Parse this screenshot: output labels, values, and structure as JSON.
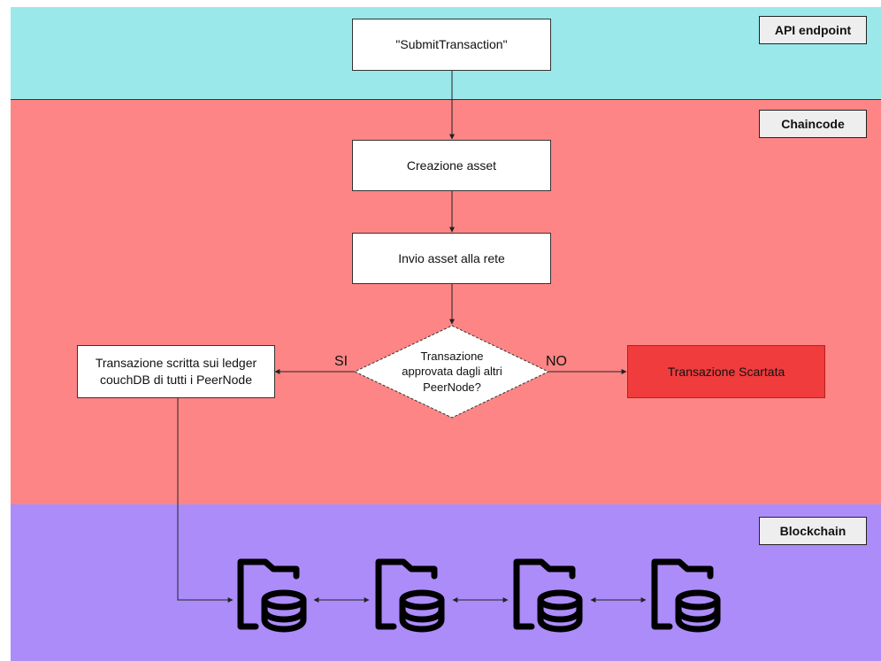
{
  "lanes": {
    "api": {
      "label": "API endpoint",
      "color": "#9ae8ea"
    },
    "chaincode": {
      "label": "Chaincode",
      "color": "#fd8585"
    },
    "blockchain": {
      "label": "Blockchain",
      "color": "#ac8cf9"
    }
  },
  "nodes": {
    "submit": "\"SubmitTransaction\"",
    "create_asset": "Creazione asset",
    "send_asset": "Invio asset alla rete",
    "decision": "Transazione approvata dagli altri PeerNode?",
    "written": "Transazione scritta sui ledger couchDB di tutti i PeerNode",
    "discarded": "Transazione Scartata"
  },
  "edge_labels": {
    "yes": "SI",
    "no": "NO"
  },
  "colors": {
    "discarded": "#f03c3c"
  },
  "blocks": [
    {
      "icon": "folder-database-icon"
    },
    {
      "icon": "folder-database-icon"
    },
    {
      "icon": "folder-database-icon"
    },
    {
      "icon": "folder-database-icon"
    }
  ]
}
